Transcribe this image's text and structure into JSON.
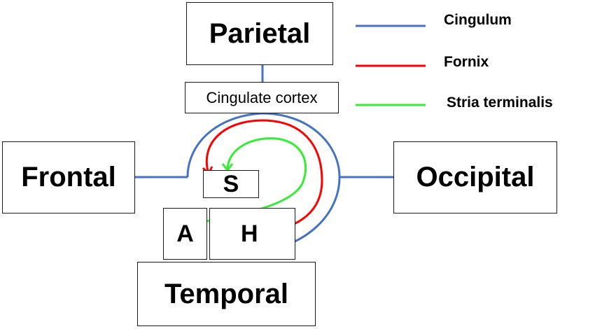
{
  "diagram": {
    "regions": {
      "parietal": "Parietal",
      "frontal": "Frontal",
      "occipital": "Occipital",
      "temporal": "Temporal",
      "cingulate": "Cingulate cortex",
      "septum": "S",
      "amygdala": "A",
      "hippocampus": "H"
    },
    "legend": [
      {
        "label": "Cingulum",
        "color": "#4472c4"
      },
      {
        "label": "Fornix",
        "color": "#ff0000"
      },
      {
        "label": "Stria terminalis",
        "color": "#33ee33"
      }
    ]
  }
}
